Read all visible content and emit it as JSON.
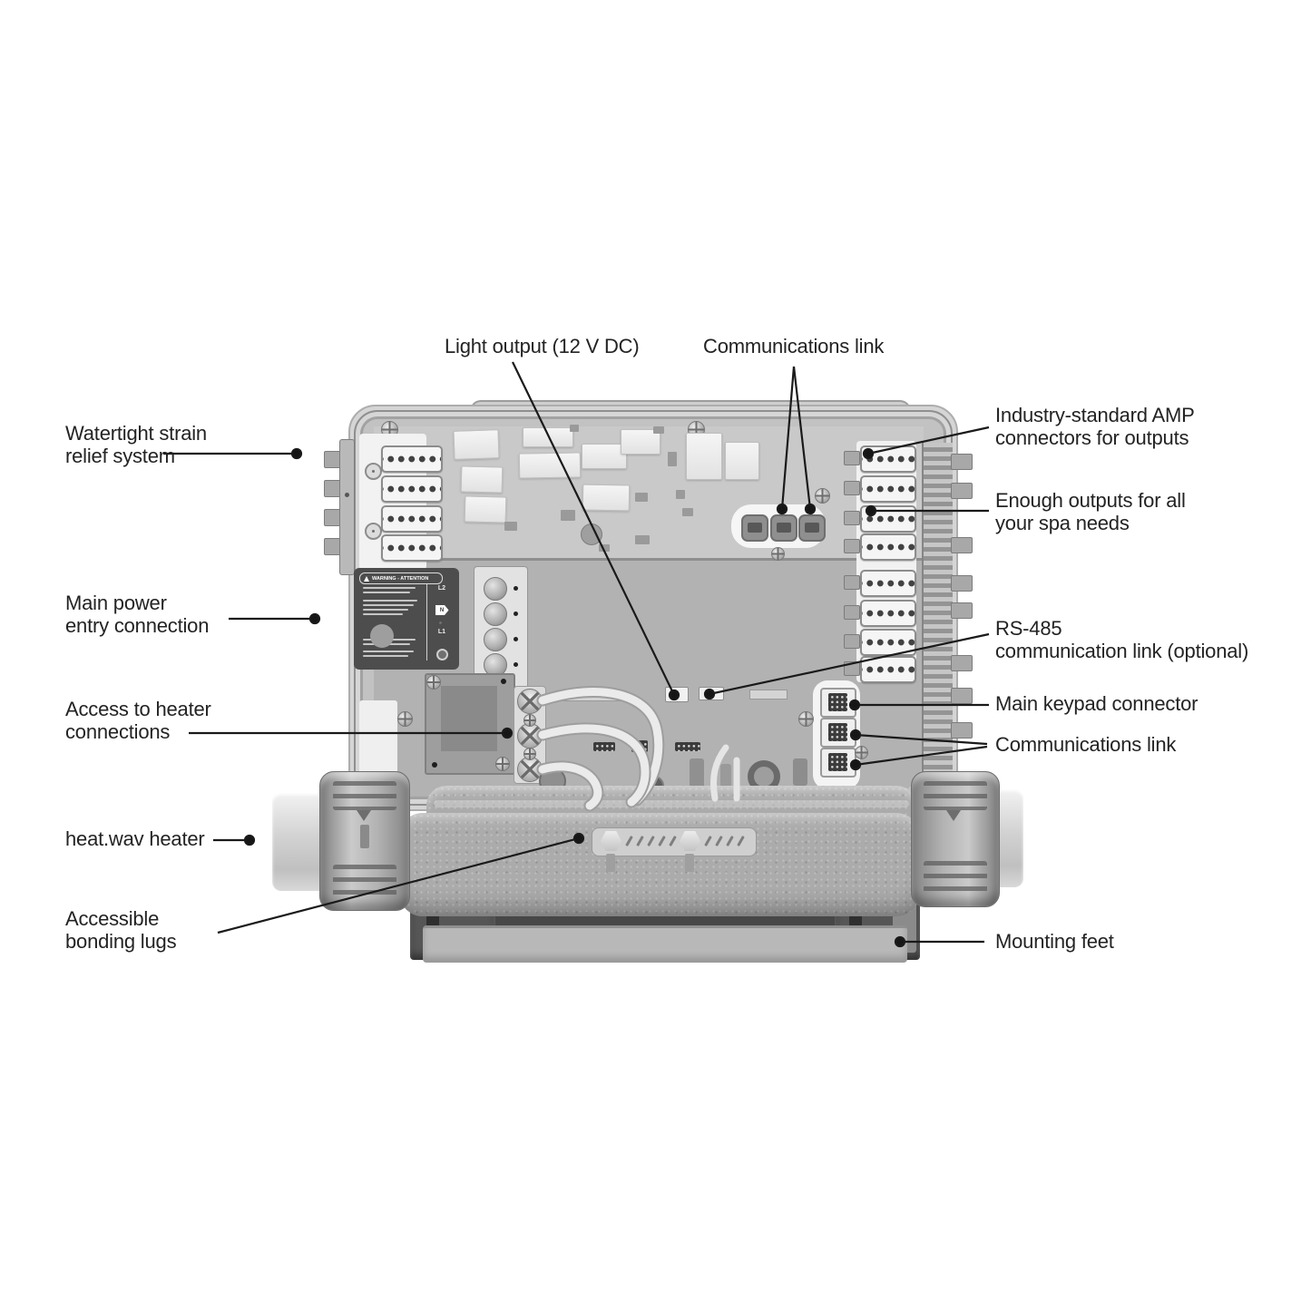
{
  "figure": {
    "type": "labeled product diagram",
    "subject": "spa control system enclosure with heater assembly"
  },
  "callouts": {
    "light_output": "Light output (12 V DC)",
    "communications_link_top": "Communications link",
    "watertight_strain": "Watertight strain\nrelief system",
    "main_power": "Main power\nentry connection",
    "access_heater": "Access to heater\nconnections",
    "heatwav_heater": "heat.wav heater",
    "bonding_lugs": "Accessible\nbonding lugs",
    "amp_connectors": "Industry-standard AMP\nconnectors for outputs",
    "enough_outputs": "Enough outputs for all\nyour spa needs",
    "rs485": "RS-485\ncommunication link (optional)",
    "main_keypad": "Main keypad connector",
    "communications_link_bottom": "Communications link",
    "mounting_feet": "Mounting feet"
  },
  "device": {
    "warning_label": {
      "title": "WARNING - ATTENTION",
      "terminal_markings": [
        "L2",
        "N",
        "L1"
      ]
    }
  },
  "colors": {
    "background": "#ffffff",
    "label_text": "#232323",
    "leader_line": "#1a1a1a",
    "enclosure": "#c4c4c4",
    "board_upper": "#c9c9c9",
    "board_lower": "#b2b2b2",
    "warning_label_bg": "#4d4d4d",
    "heater_body": "#ababab",
    "connector_white": "#f4f4f4"
  }
}
